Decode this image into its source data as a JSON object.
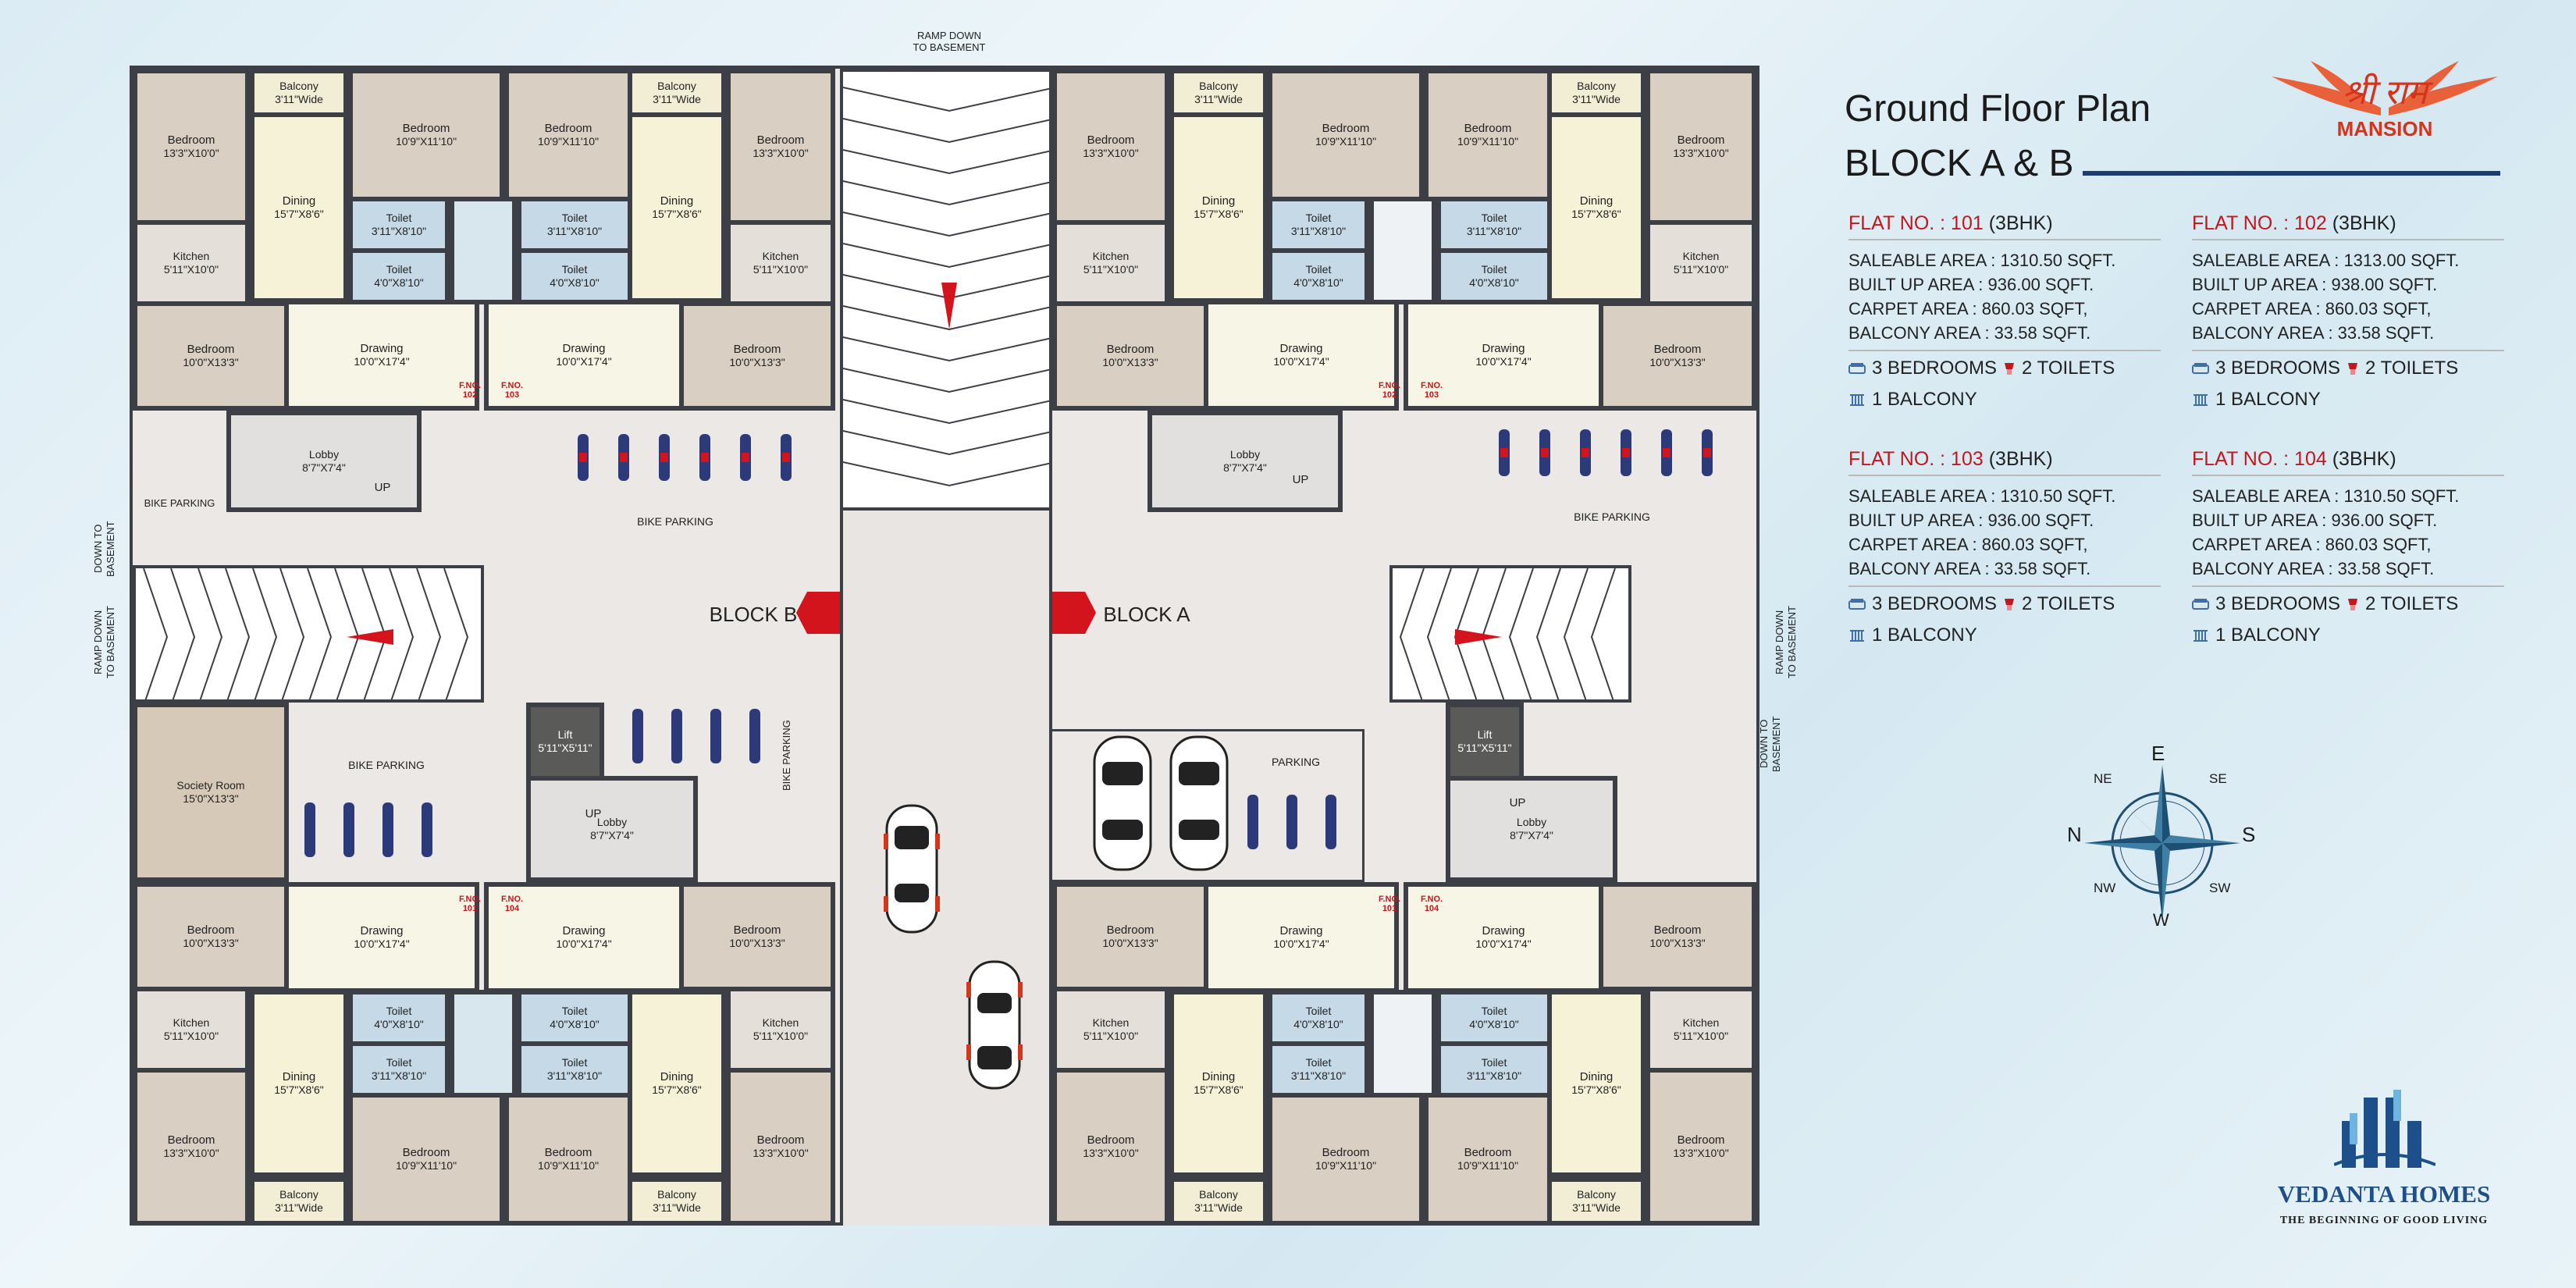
{
  "header": {
    "title": "Ground Floor Plan",
    "subtitle": "BLOCK A & B"
  },
  "brand": {
    "project_logo_script": "श्री राम",
    "project_logo_text": "MANSION",
    "developer": "VEDANTA HOMES",
    "tagline": "THE BEGINNING OF GOOD LIVING"
  },
  "flats": [
    {
      "no_label": "FLAT NO. : 101",
      "type": "(3BHK)",
      "saleable": "SALEABLE AREA : 1310.50 SQFT.",
      "builtup": "BUILT UP AREA : 936.00 SQFT.",
      "carpet": "CARPET AREA : 860.03 SQFT,",
      "balcony": "BALCONY AREA : 33.58 SQFT.",
      "bedrooms": "3 BEDROOMS",
      "toilets": "2 TOILETS",
      "balconies": "1 BALCONY"
    },
    {
      "no_label": "FLAT NO. : 102",
      "type": "(3BHK)",
      "saleable": "SALEABLE AREA : 1313.00 SQFT.",
      "builtup": "BUILT UP AREA : 938.00 SQFT.",
      "carpet": "CARPET AREA : 860.03 SQFT,",
      "balcony": "BALCONY AREA : 33.58 SQFT.",
      "bedrooms": "3 BEDROOMS",
      "toilets": "2 TOILETS",
      "balconies": "1 BALCONY"
    },
    {
      "no_label": "FLAT NO. : 103",
      "type": "(3BHK)",
      "saleable": "SALEABLE AREA : 1310.50 SQFT.",
      "builtup": "BUILT UP AREA : 936.00 SQFT.",
      "carpet": "CARPET AREA : 860.03 SQFT,",
      "balcony": "BALCONY AREA : 33.58 SQFT.",
      "bedrooms": "3 BEDROOMS",
      "toilets": "2 TOILETS",
      "balconies": "1 BALCONY"
    },
    {
      "no_label": "FLAT NO. : 104",
      "type": "(3BHK)",
      "saleable": "SALEABLE AREA : 1310.50 SQFT.",
      "builtup": "BUILT UP AREA : 936.00 SQFT.",
      "carpet": "CARPET AREA : 860.03 SQFT,",
      "balcony": "BALCONY AREA : 33.58 SQFT.",
      "bedrooms": "3 BEDROOMS",
      "toilets": "2 TOILETS",
      "balconies": "1 BALCONY"
    }
  ],
  "compass": {
    "n": "N",
    "s": "S",
    "e": "E",
    "w": "W",
    "ne": "NE",
    "se": "SE",
    "nw": "NW",
    "sw": "SW"
  },
  "plan": {
    "ramp_down_basement_top": "RAMP DOWN\nTO BASEMENT",
    "ramp_down_basement_side": "RAMP DOWN\nTO BASEMENT",
    "down_to_basement": "DOWN TO\nBASEMENT",
    "block_b": "BLOCK B",
    "block_a": "BLOCK A",
    "bike_parking": "BIKE PARKING",
    "parking": "PARKING",
    "up": "UP",
    "lobby": "Lobby",
    "lobby_dim": "8'7\"X7'4\"",
    "lift": "Lift",
    "lift_dim": "5'11\"X5'11\"",
    "society_room": "Society Room",
    "society_room_dim": "15'0\"X13'3\"",
    "bedroom": "Bedroom",
    "dining": "Dining",
    "kitchen": "Kitchen",
    "toilet": "Toilet",
    "drawing": "Drawing",
    "balcony": "Balcony",
    "dims": {
      "bedroom_a": "13'3\"X10'0\"",
      "bedroom_b": "10'9\"X11'10\"",
      "bedroom_c": "10'0\"X13'3\"",
      "dining": "15'7\"X8'6\"",
      "kitchen": "5'11\"X10'0\"",
      "toilet_a": "3'11\"X8'10\"",
      "toilet_b": "4'0\"X8'10\"",
      "drawing": "10'0\"X17'4\"",
      "balcony": "3'11\"Wide"
    },
    "fno": {
      "f101": "F.NO.\n101",
      "f102": "F.NO.\n102",
      "f103": "F.NO.\n103",
      "f104": "F.NO.\n104"
    }
  }
}
